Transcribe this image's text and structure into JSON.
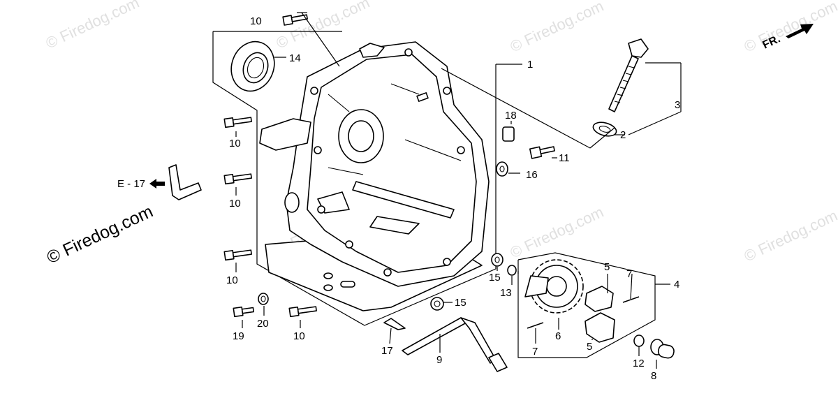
{
  "watermark": {
    "text": "© Firedog.com",
    "symbol": "©",
    "brand": "Firedog.com"
  },
  "direction": {
    "label": "FR.",
    "icon": "forward-arrow-icon"
  },
  "reference": {
    "label": "E - 17",
    "icon": "left-arrow-icon"
  },
  "callouts": {
    "p1": "1",
    "p2": "2",
    "p3": "3",
    "p4": "4",
    "p5a": "5",
    "p5b": "5",
    "p6": "6",
    "p7a": "7",
    "p7b": "7",
    "p8": "8",
    "p9": "9",
    "p10a": "10",
    "p10b": "10",
    "p10c": "10",
    "p10d": "10",
    "p10e": "10",
    "p11": "11",
    "p12": "12",
    "p13": "13",
    "p14": "14",
    "p15a": "15",
    "p15b": "15",
    "p16": "16",
    "p17": "17",
    "p18": "18",
    "p19": "19",
    "p20": "20"
  }
}
